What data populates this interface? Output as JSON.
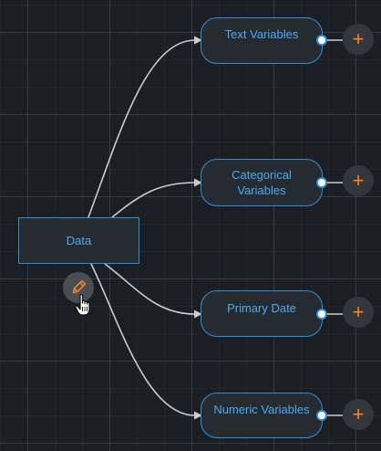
{
  "canvas": {
    "nodes": {
      "data": {
        "label": "Data"
      },
      "text_variables": {
        "label": "Text Variables"
      },
      "categorical_variables": {
        "label": "Categorical Variables"
      },
      "primary_date": {
        "label": "Primary Date"
      },
      "numeric_variables": {
        "label": "Numeric Variables"
      }
    },
    "add_button_glyph": "+",
    "edit_icon": "pencil-icon",
    "cursor_icon": "hand-pointer-icon"
  },
  "colors": {
    "background": "#1b1e22",
    "node_fill": "#262b31",
    "node_border": "#2f8fd8",
    "node_text": "#4ea9ef",
    "edge": "#c9ced4",
    "add_button_plus": "#f0872a",
    "edit_button_bg": "#4a4e54"
  }
}
